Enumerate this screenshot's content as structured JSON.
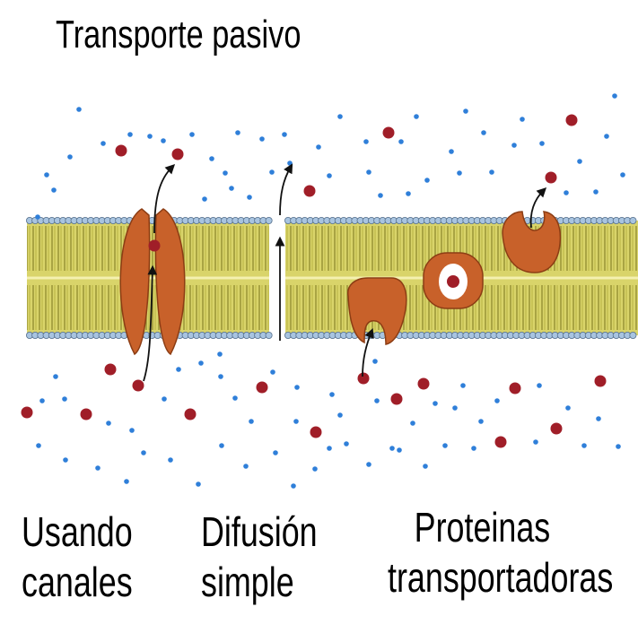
{
  "title": "Transporte pasivo",
  "labels": {
    "canales": [
      "Usando",
      "canales"
    ],
    "difusion": [
      "Difusión",
      "simple"
    ],
    "proteinas": [
      "Proteinas",
      "transportadoras"
    ]
  },
  "colors": {
    "bilayer_fill": "#d9d46a",
    "lipid_head": "#a8c4e0",
    "protein": "#c8612a",
    "solute_large": "#a01e28",
    "solute_small": "#2f7fd9"
  }
}
